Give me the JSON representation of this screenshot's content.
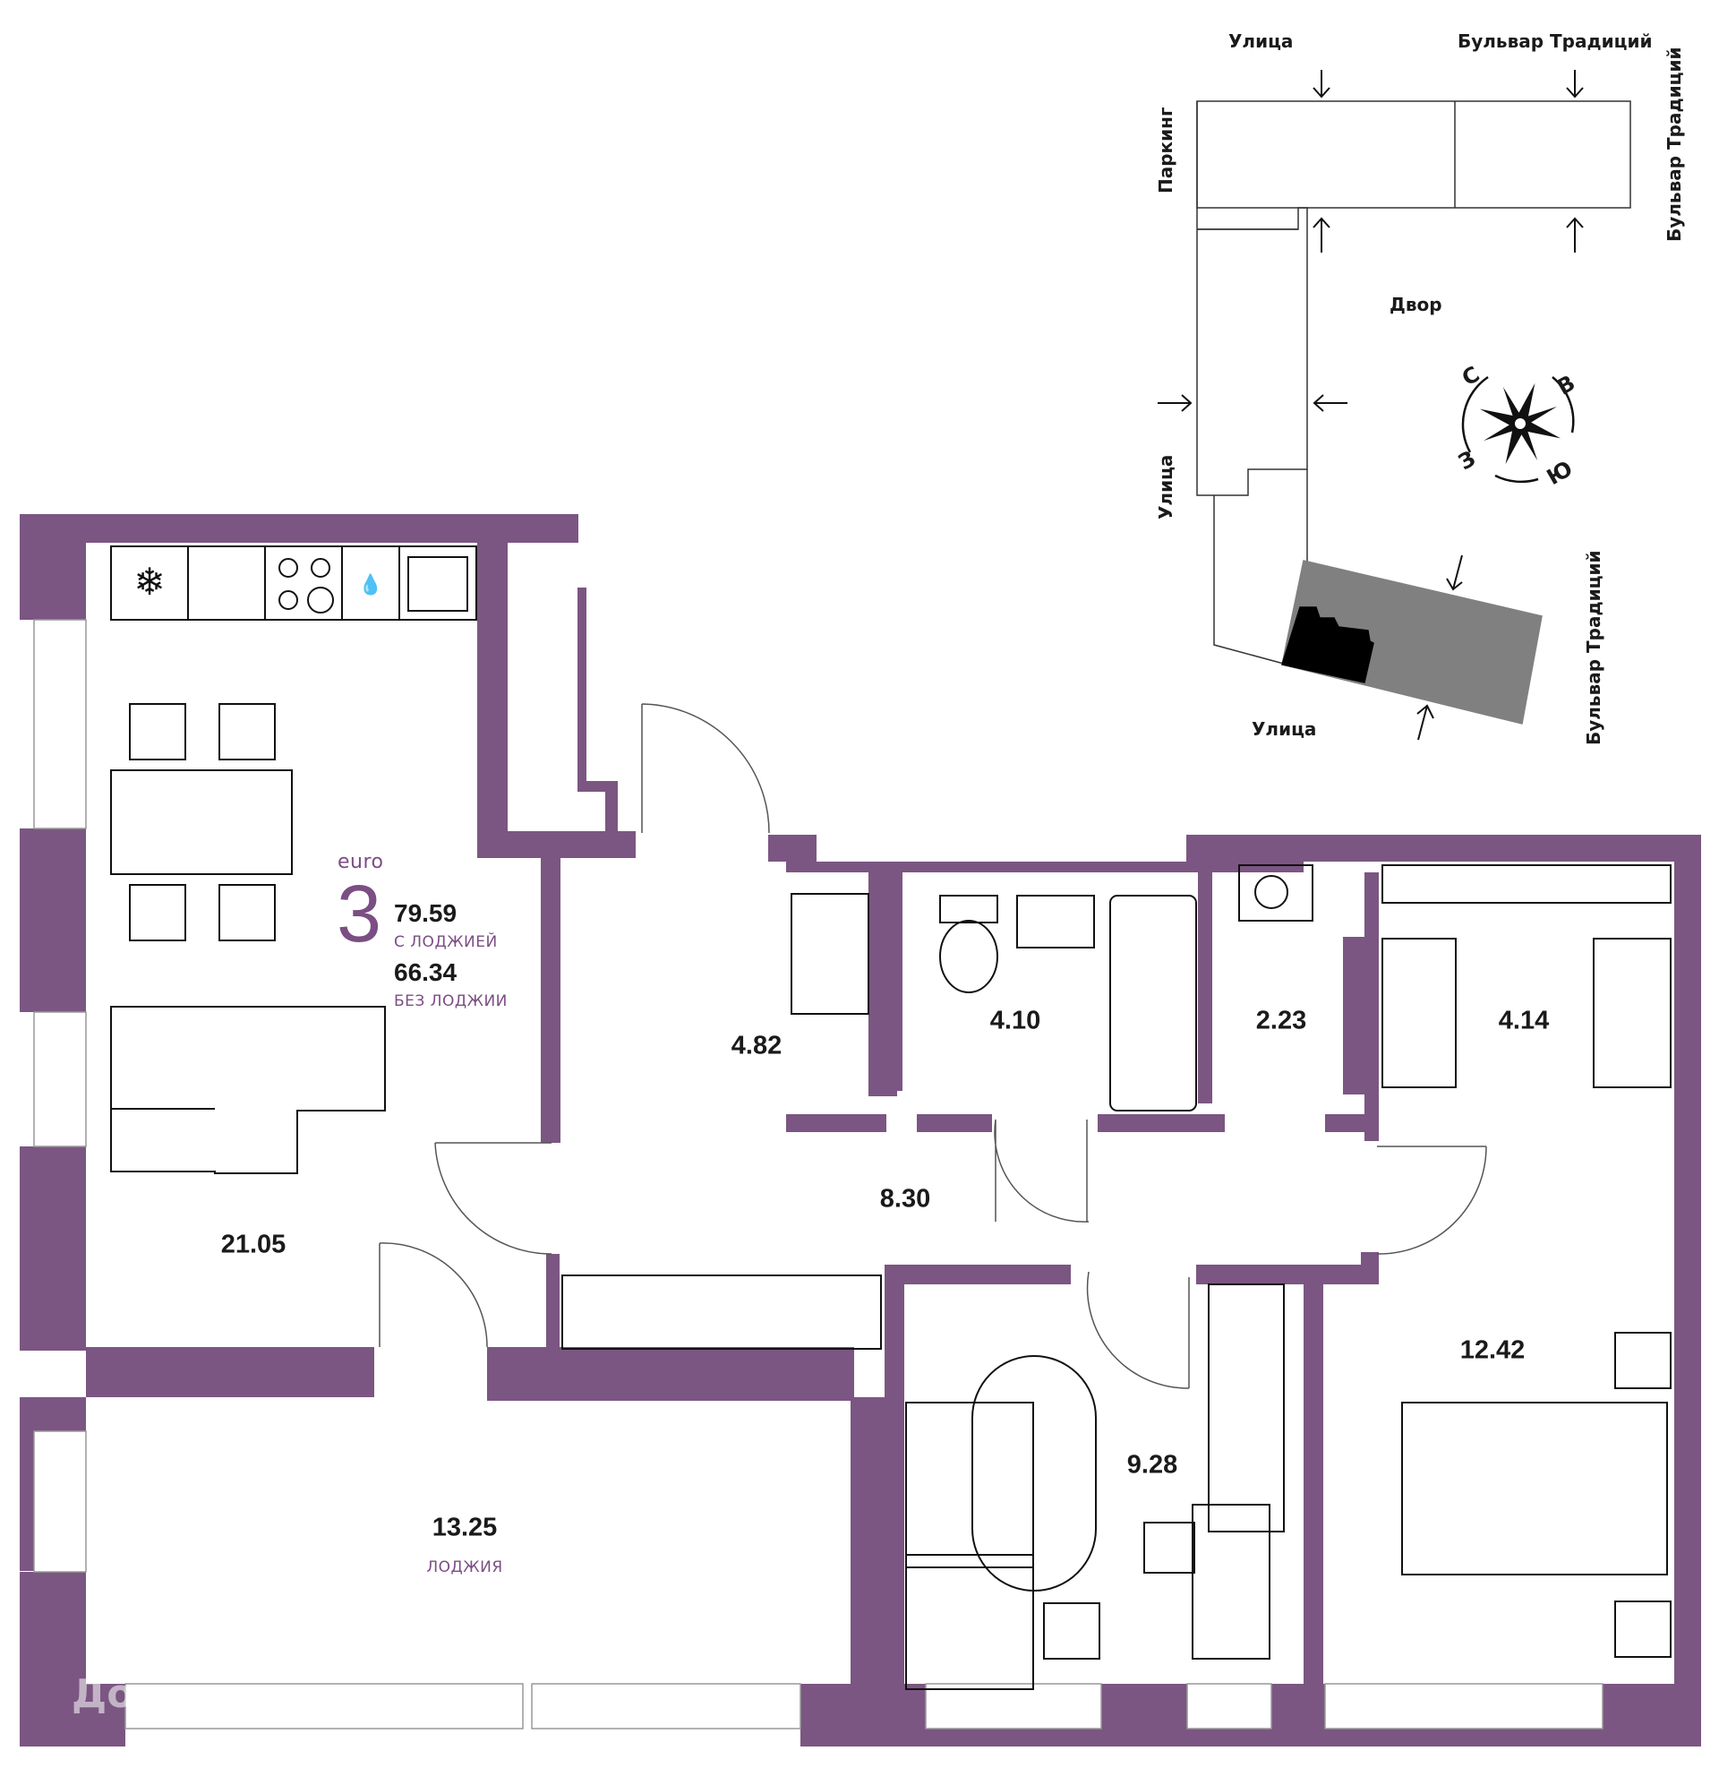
{
  "colors": {
    "wall": "#7b5682",
    "building_shadow": "#808080",
    "building_highlight": "#000000",
    "accent": "#7b4e84"
  },
  "site_plan": {
    "labels": {
      "street_top": "Улица",
      "boulevard_top": "Бульвар Традиций",
      "boulevard_right_top": "Бульвар Традиций",
      "parking": "Паркинг",
      "courtyard": "Двор",
      "street_left": "Улица",
      "street_bottom": "Улица",
      "boulevard_right_bottom": "Бульвар Традиций"
    },
    "compass": {
      "north": "С",
      "east": "В",
      "south": "Ю",
      "west": "З"
    }
  },
  "apartment": {
    "class": "euro",
    "rooms": "3",
    "area_with_loggia": "79.59",
    "with_loggia_label": "С ЛОДЖИЕЙ",
    "area_without_loggia": "66.34",
    "without_loggia_label": "БЕЗ ЛОДЖИИ"
  },
  "rooms": {
    "kitchen_living": "21.05",
    "hall": "4.82",
    "bathroom": "4.10",
    "laundry": "2.23",
    "wardrobe": "4.14",
    "corridor": "8.30",
    "bedroom_master": "12.42",
    "bedroom_small": "9.28",
    "loggia": "13.25",
    "loggia_label": "ЛОДЖИЯ"
  },
  "watermark": "Домклик"
}
